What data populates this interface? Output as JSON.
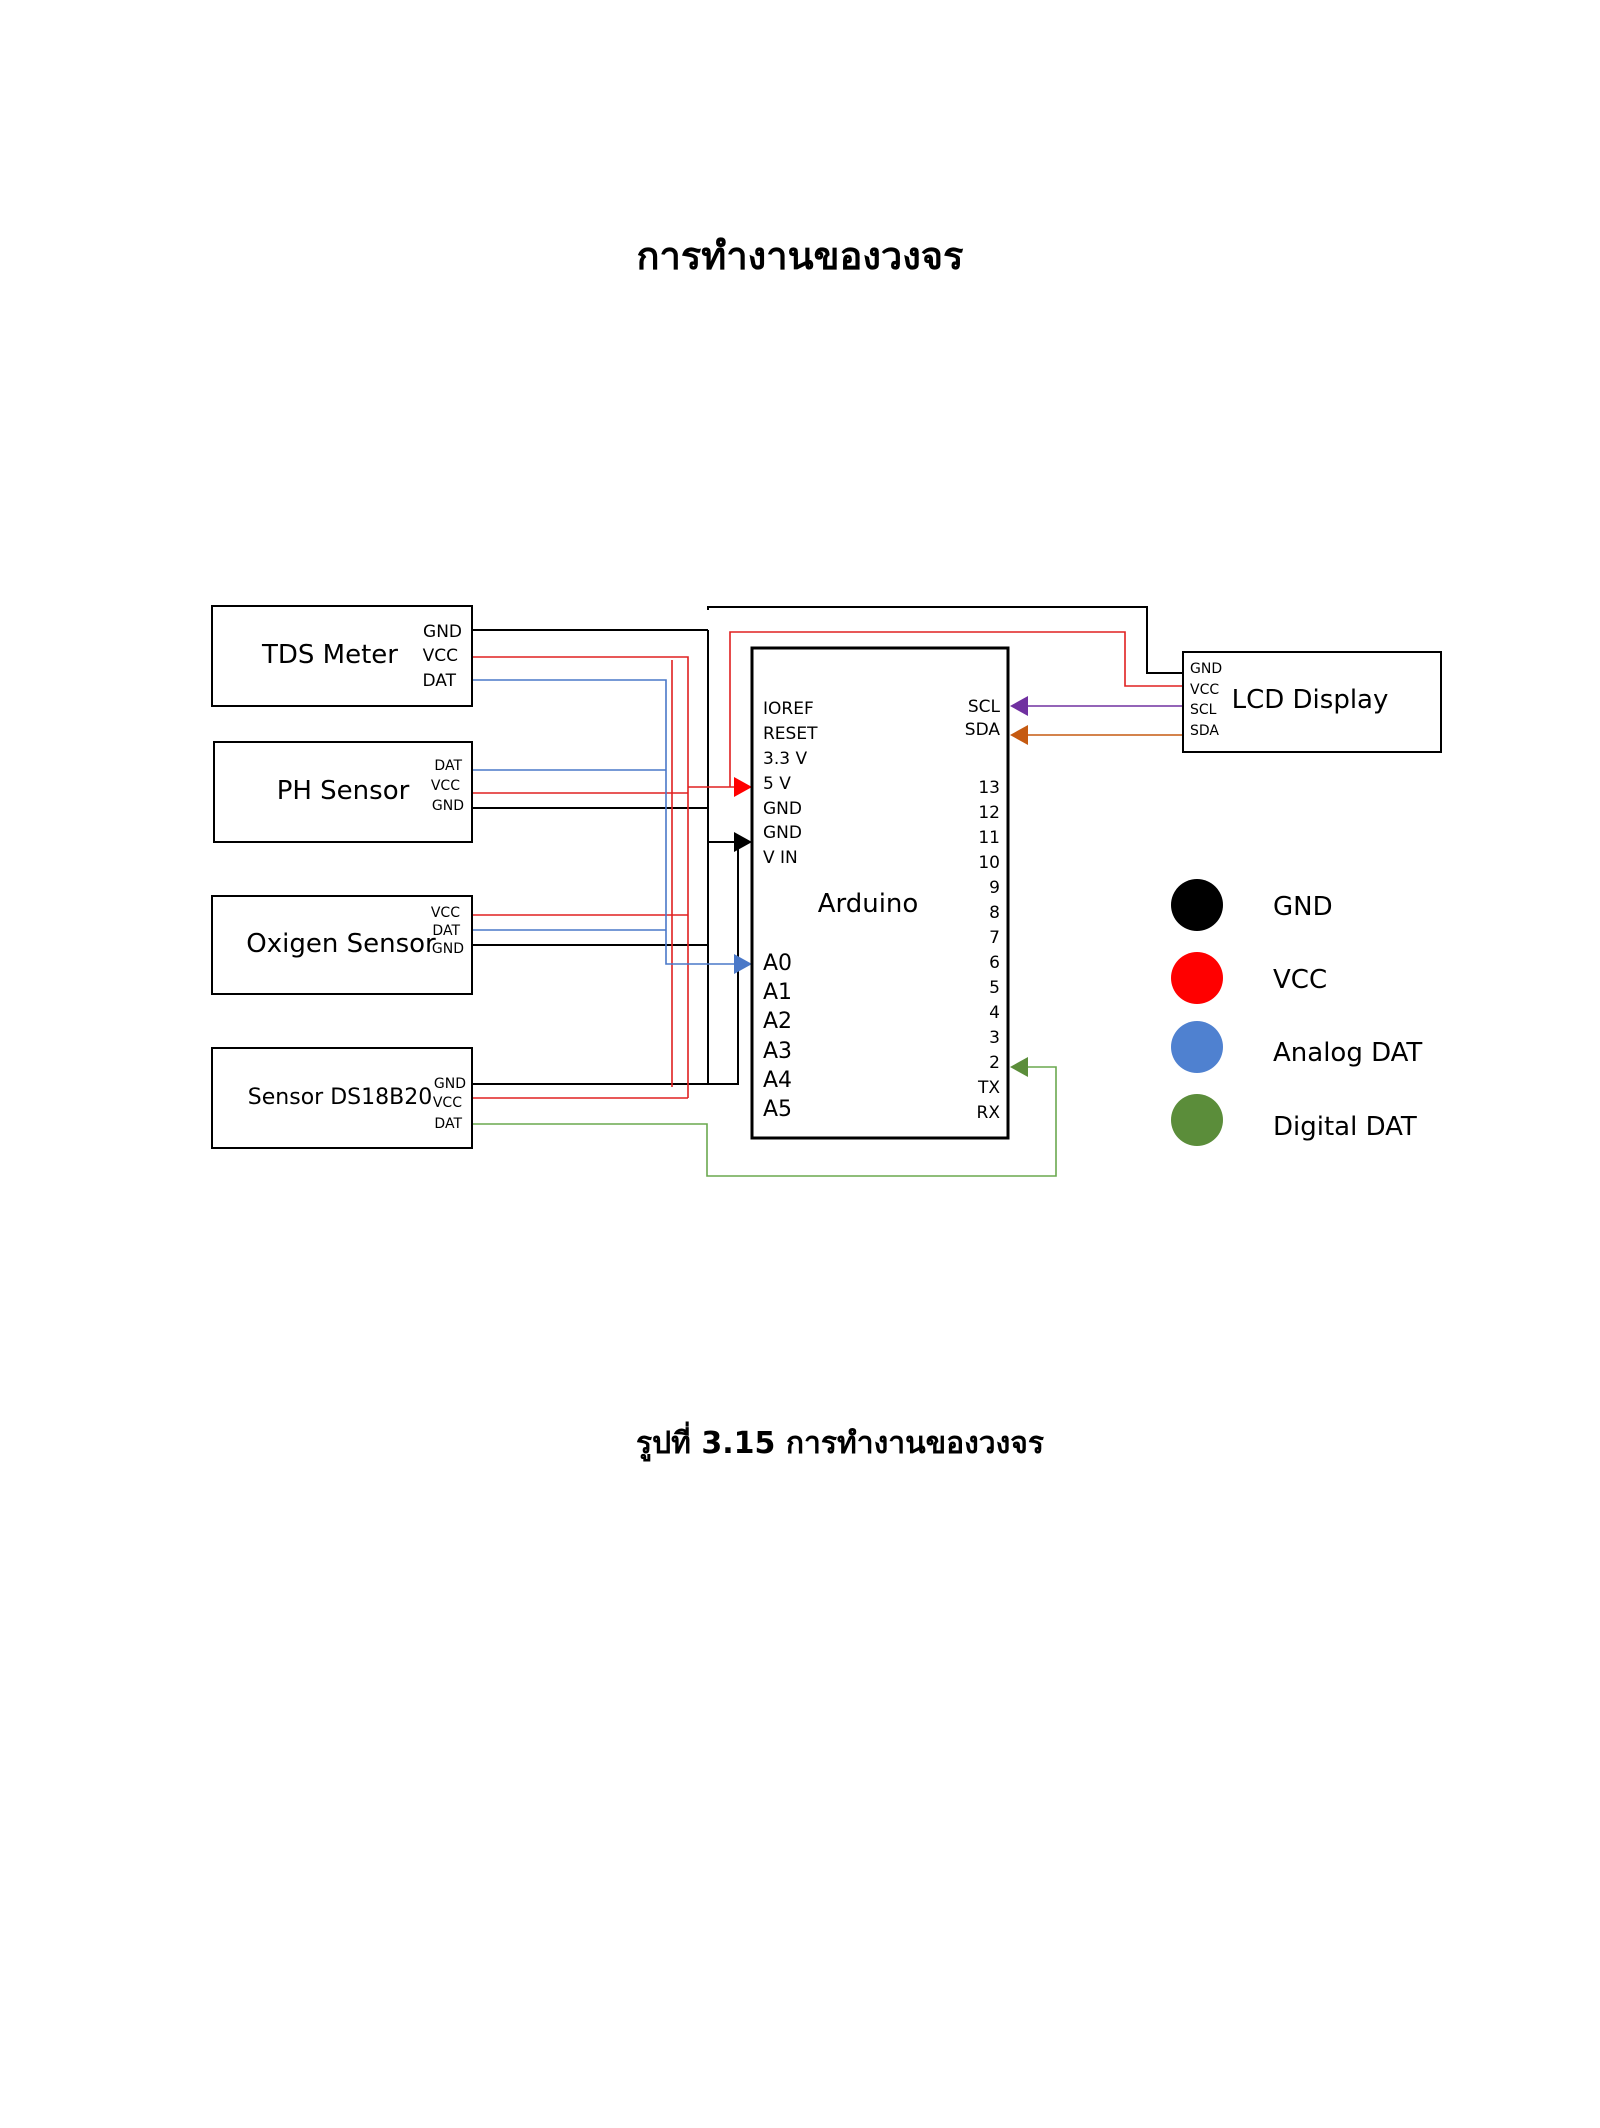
{
  "page": {
    "title": "การทำงานของวงจร",
    "caption": "รูปที่ 3.15 การทำงานของวงจร"
  },
  "modules": {
    "tds": {
      "name": "TDS Meter",
      "pins": [
        "GND",
        "VCC",
        "DAT"
      ]
    },
    "ph": {
      "name": "PH Sensor",
      "pins": [
        "DAT",
        "VCC",
        "GND"
      ]
    },
    "oxygen": {
      "name": "Oxigen Sensor",
      "pins": [
        "VCC",
        "DAT",
        "GND"
      ]
    },
    "ds18b20": {
      "name": "Sensor DS18B20",
      "pins": [
        "GND",
        "VCC",
        "DAT"
      ]
    },
    "lcd": {
      "name": "LCD Display",
      "pins": [
        "GND",
        "VCC",
        "SCL",
        "SDA"
      ]
    }
  },
  "arduino": {
    "name": "Arduino",
    "left_pins": [
      "IOREF",
      "RESET",
      "3.3 V",
      "5 V",
      "GND",
      "GND",
      "V IN",
      "A0",
      "A1",
      "A2",
      "A3",
      "A4",
      "A5"
    ],
    "right_pins": [
      "SCL",
      "SDA",
      "13",
      "12",
      "11",
      "10",
      "9",
      "8",
      "7",
      "6",
      "5",
      "4",
      "3",
      "2",
      "TX",
      "RX"
    ]
  },
  "legend": [
    {
      "label": "GND",
      "color": "#000000"
    },
    {
      "label": "VCC",
      "color": "#ff0000"
    },
    {
      "label": "Analog DAT",
      "color": "#4f81d0"
    },
    {
      "label": "Digital DAT",
      "color": "#5b8d3a"
    }
  ],
  "wire_colors": {
    "gnd": "#000000",
    "vcc": "#e02020",
    "analog": "#4a78c8",
    "digital": "#6aa84f",
    "scl": "#7030a0",
    "sda": "#c55a11"
  }
}
